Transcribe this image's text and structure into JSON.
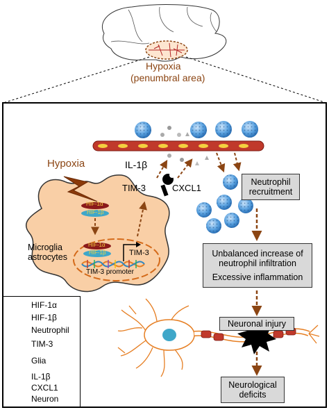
{
  "brain": {
    "title": "Hypoxia",
    "subtitle": "(penumbral area)"
  },
  "panel": {
    "hypoxia_label": "Hypoxia",
    "il1b_label": "IL-1β",
    "tim3_label": "TIM-3",
    "cxcl1_label": "CXCL1",
    "hif1a_label": "HIF-1α",
    "hif1b_label": "HIF-1β",
    "cell_label_line1": "Microglia",
    "cell_label_line2": "astrocytes",
    "gene_label": "TIM-3",
    "promoter_label": "TIM-3 promoter"
  },
  "boxes": {
    "recruitment": [
      "Neutrophil",
      "recruitment"
    ],
    "infiltration": [
      "Unbalanced increase of",
      "neutrophil infiltration",
      "Excessive inflammation"
    ],
    "injury": "Neuronal injury",
    "deficits": [
      "Neurological",
      "deficits"
    ]
  },
  "legend": {
    "items": [
      {
        "icon": "hif1a",
        "label": "HIF-1α"
      },
      {
        "icon": "hif1b",
        "label": "HIF-1β"
      },
      {
        "icon": "neutrophil",
        "label": "Neutrophil"
      },
      {
        "icon": "tim3",
        "label": "TIM-3"
      },
      {
        "icon": "glia",
        "label": "Glia"
      },
      {
        "icon": "il1b",
        "label": "IL-1β"
      },
      {
        "icon": "cxcl1",
        "label": "CXCL1"
      },
      {
        "icon": "neuron",
        "label": "Neuron"
      }
    ]
  },
  "colors": {
    "arrow": "#8B4513",
    "vessel": "#c0392b",
    "glia_fill": "#f9cfa6",
    "neutrophil": "#4a90d9",
    "hif1a": "#8b1a1a",
    "hif1b": "#3fa7c9",
    "box_fill": "#d9d9d9"
  }
}
